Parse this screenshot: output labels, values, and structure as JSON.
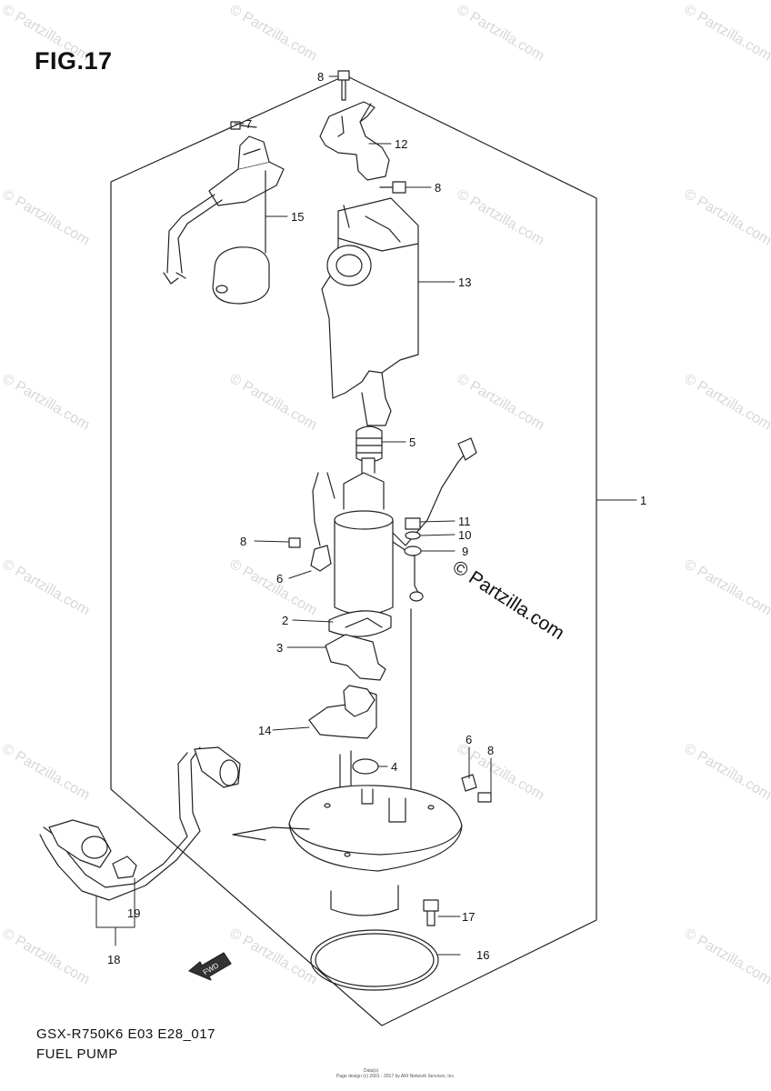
{
  "figure": {
    "title": "FIG.17",
    "model": "GSX-R750K6 E03 E28_017",
    "caption": "FUEL PUMP",
    "watermark_brand": "© Partzilla.com",
    "watermark_tile": "© Partzilla.com",
    "footer_tag": "Data(s)",
    "footer_small": "Page design (c) 2001 - 2017 by ARI Network Services, Inc.",
    "fwd_label": "FWD"
  },
  "callouts": {
    "c1": "1",
    "c2": "2",
    "c3": "3",
    "c4": "4",
    "c5": "5",
    "c6a": "6",
    "c6b": "6",
    "c7": "7",
    "c8a": "8",
    "c8b": "8",
    "c8c": "8",
    "c8d": "8",
    "c9": "9",
    "c10": "10",
    "c11": "11",
    "c12": "12",
    "c13": "13",
    "c14": "14",
    "c15": "15",
    "c16": "16",
    "c17": "17",
    "c18": "18",
    "c19": "19"
  },
  "colors": {
    "line": "#222222",
    "watermark": "#d8d8d8",
    "part_fill": "#ffffff",
    "dark": "#333333"
  }
}
